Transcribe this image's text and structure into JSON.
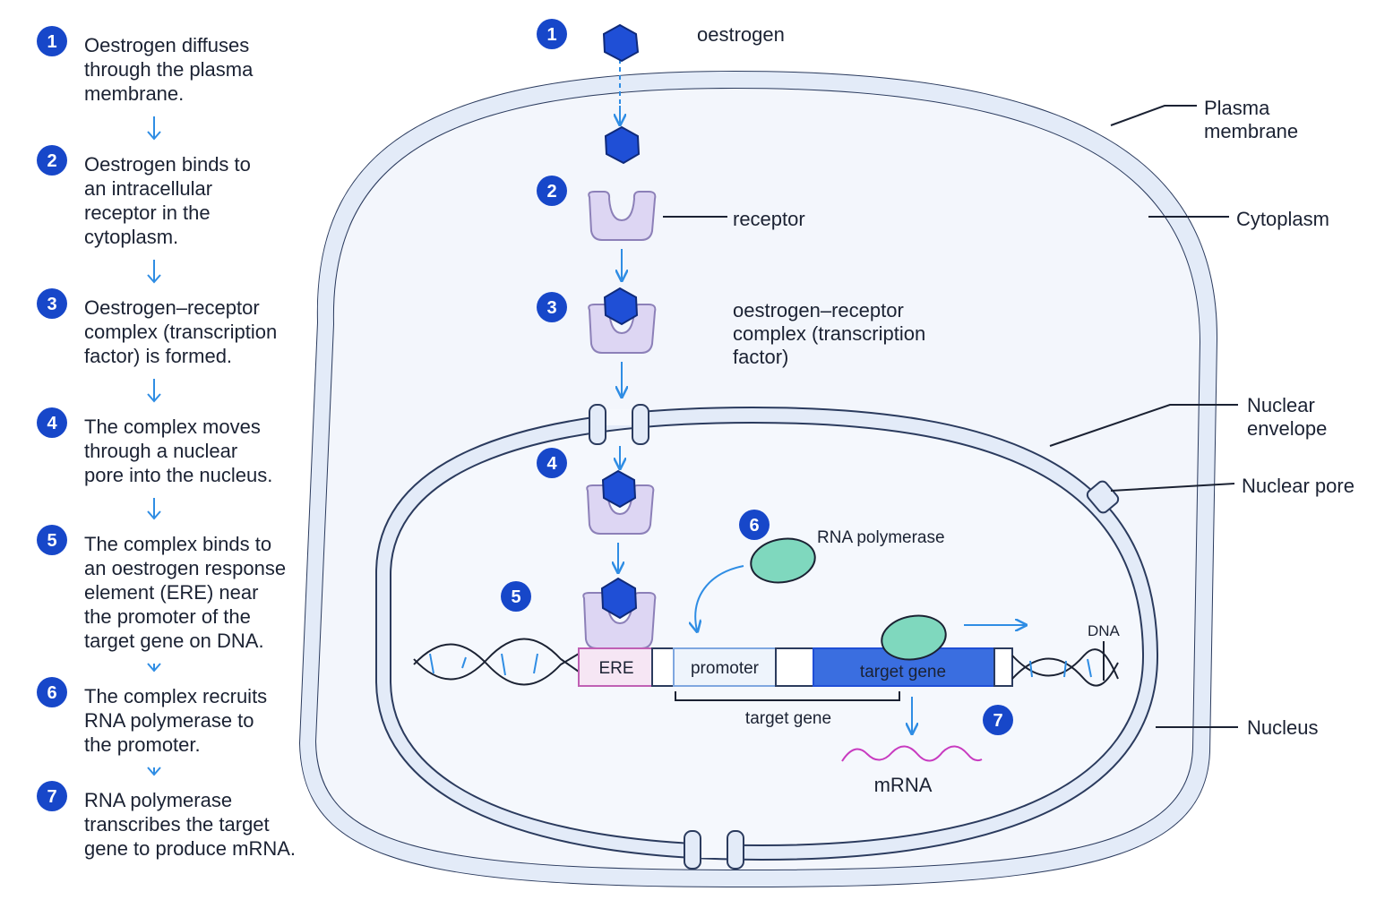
{
  "steps": [
    {
      "num": "1",
      "lines": [
        "Oestrogen diffuses",
        "through the plasma",
        "membrane."
      ]
    },
    {
      "num": "2",
      "lines": [
        "Oestrogen binds to",
        "an intracellular",
        "receptor in the",
        "cytoplasm."
      ]
    },
    {
      "num": "3",
      "lines": [
        "Oestrogen–receptor",
        "complex (transcription",
        "factor) is formed."
      ]
    },
    {
      "num": "4",
      "lines": [
        "The complex moves",
        "through a nuclear",
        "pore into the nucleus."
      ]
    },
    {
      "num": "5",
      "lines": [
        "The complex binds to",
        "an oestrogen response",
        "element (ERE) near",
        "the promoter of the",
        "target gene on DNA."
      ]
    },
    {
      "num": "6",
      "lines": [
        "The complex recruits",
        "RNA polymerase to",
        "the promoter."
      ]
    },
    {
      "num": "7",
      "lines": [
        "RNA polymerase",
        "transcribes the target",
        "gene to produce mRNA."
      ]
    }
  ],
  "diagram": {
    "oestrogen": "oestrogen",
    "receptor": "receptor",
    "complex": [
      "oestrogen–receptor",
      "complex (transcription",
      "factor)"
    ],
    "rna_polymerase": "RNA polymerase",
    "ere": "ERE",
    "promoter": "promoter",
    "target_gene": "target gene",
    "target_gene_bracket": "target gene",
    "dna": "DNA",
    "mrna": "mRNA",
    "badges": [
      "1",
      "2",
      "3",
      "4",
      "5",
      "6",
      "7"
    ]
  },
  "side_labels": {
    "plasma_membrane": [
      "Plasma",
      "membrane"
    ],
    "cytoplasm": "Cytoplasm",
    "nuclear_envelope": [
      "Nuclear",
      "envelope"
    ],
    "nuclear_pore": "Nuclear pore",
    "nucleus": "Nucleus"
  },
  "colors": {
    "badge": "#1747c9",
    "oestrogen": "#1f4fd6",
    "receptor": "#ddd6f3",
    "receptor_stroke": "#8c80b8",
    "membrane": "#e4ecf8",
    "membrane_stroke": "#2b3b5e",
    "arrow": "#2f8de4",
    "polymerase": "#7fd8be",
    "ere": "#f6e6f4",
    "promoter": "#eef4fc",
    "target_gene": "#3a6ee0",
    "mrna": "#c83bc0"
  }
}
